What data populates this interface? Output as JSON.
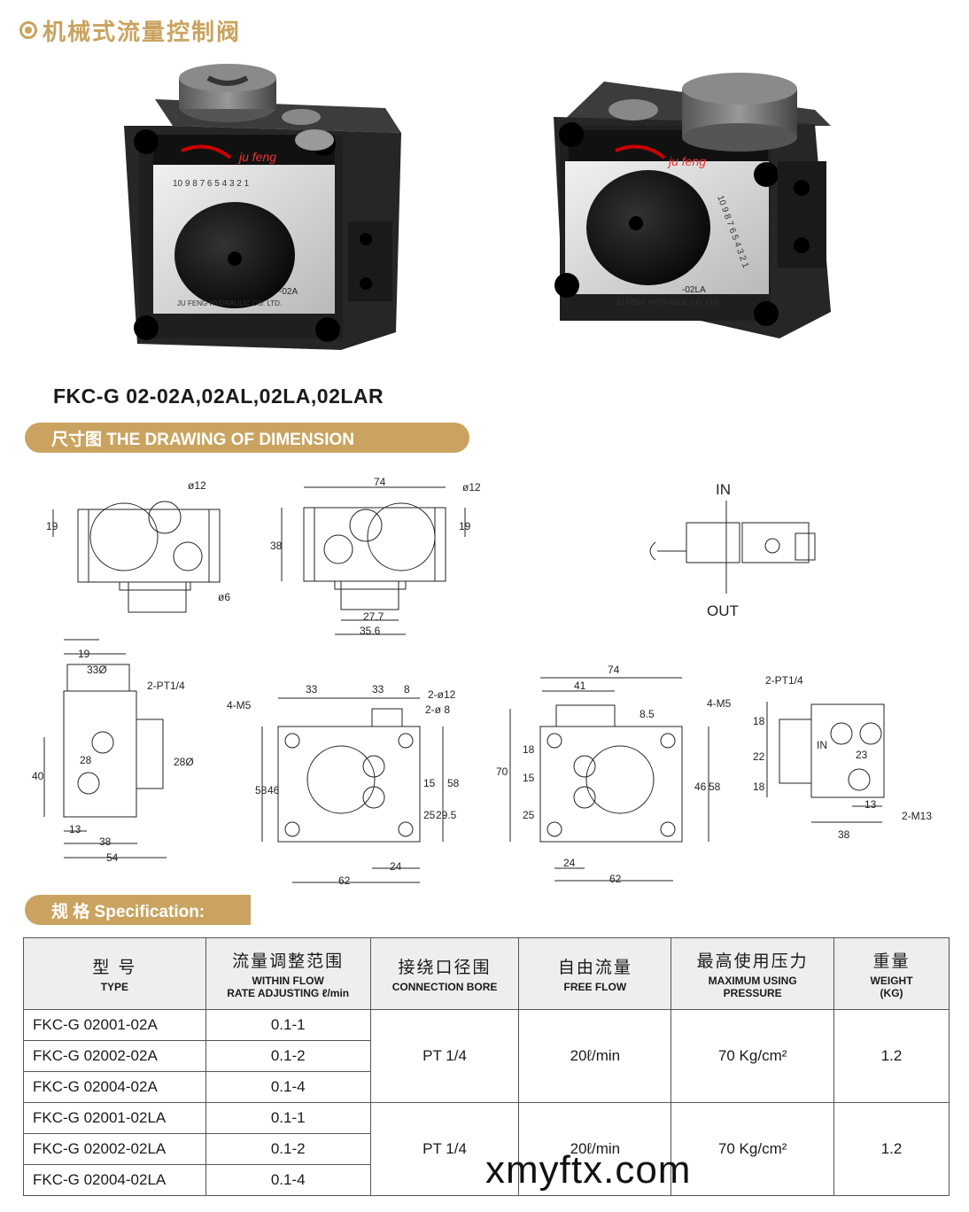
{
  "header": {
    "title": "机械式流量控制阀"
  },
  "photos": {
    "brand": "ju feng",
    "plate_text": "JU FENG HYDRAULIC CO. LTD.",
    "left_model": "-02A",
    "right_model": "-02LA",
    "dial_numbers": "10 9 8 7 6 5 4 3 2 1"
  },
  "model_line": "FKC-G 02-02A,02AL,02LA,02LAR",
  "dimension_banner": "尺寸图  THE DRAWING OF DIMENSION",
  "spec_banner": "规 格  Specification:",
  "dims": {
    "d12": "ø12",
    "d6": "ø6",
    "n19": "19",
    "n74": "74",
    "n38": "38",
    "n27_7": "27.7",
    "n35_6": "35.6",
    "in": "IN",
    "out": "OUT",
    "n33": "33",
    "n33o": "33Ø",
    "pt14": "2-PT1/4",
    "n40": "40",
    "n28": "28",
    "n28o": "28Ø",
    "n18": "18",
    "n13": "13",
    "n54": "54",
    "m5": "4-M5",
    "n8": "8",
    "d2_12": "2-ø12",
    "d2_8": "2-ø 8",
    "n8_5": "8.5",
    "n58": "58",
    "n46": "46",
    "n15": "15",
    "n25": "25",
    "n29_5": "29.5",
    "n24": "24",
    "n62": "62",
    "n41": "41",
    "n70": "70",
    "n22": "22",
    "n23": "23",
    "m13": "2-M13",
    "in_port": "IN"
  },
  "table": {
    "headers": [
      {
        "cn": "型  号",
        "en": "TYPE"
      },
      {
        "cn": "流量调整范围",
        "en": "WITHIN FLOW",
        "en2": "RATE ADJUSTING ℓ/min"
      },
      {
        "cn": "接绕口径围",
        "en": "CONNECTION BORE"
      },
      {
        "cn": "自由流量",
        "en": "FREE FLOW"
      },
      {
        "cn": "最高使用压力",
        "en": "MAXIMUM USING",
        "en2": "PRESSURE"
      },
      {
        "cn": "重量",
        "en": "WEIGHT",
        "en2": "(KG)"
      }
    ],
    "rows": [
      {
        "type": "FKC-G 02001-02A",
        "range": "0.1-1"
      },
      {
        "type": "FKC-G 02002-02A",
        "range": "0.1-2"
      },
      {
        "type": "FKC-G 02004-02A",
        "range": "0.1-4"
      },
      {
        "type": "FKC-G 02001-02LA",
        "range": "0.1-1"
      },
      {
        "type": "FKC-G 02002-02LA",
        "range": "0.1-2"
      },
      {
        "type": "FKC-G 02004-02LA",
        "range": "0.1-4"
      }
    ],
    "groups": [
      {
        "bore": "PT 1/4",
        "free_flow": "20ℓ/min",
        "pressure": "70 Kg/cm²",
        "weight": "1.2"
      },
      {
        "bore": "PT 1/4",
        "free_flow": "20ℓ/min",
        "pressure": "70 Kg/cm²",
        "weight": "1.2"
      }
    ]
  },
  "watermark": "xmyftx.com"
}
